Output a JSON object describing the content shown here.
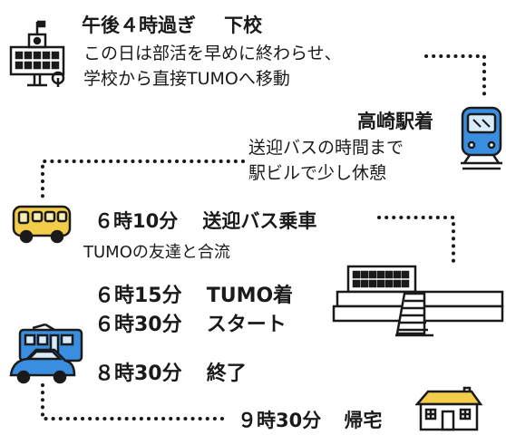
{
  "steps": {
    "school_time": "午後４時過ぎ",
    "school_event": "下校",
    "school_note_1": "この日は部活を早めに終わらせ、",
    "school_note_2": "学校から直接TUMOへ移動",
    "station_event": "高崎駅着",
    "station_note_1": "送迎バスの時間まで",
    "station_note_2": "駅ビルで少し休憩",
    "bus_time": "６時10分",
    "bus_event": "送迎バス乗車",
    "bus_note": "TUMOの友達と合流",
    "arrive_time": "６時15分",
    "arrive_event": "TUMO着",
    "start_time": "６時30分",
    "start_event": "スタート",
    "end_time": "８時30分",
    "end_event": "終了",
    "home_time": "９時30分",
    "home_event": "帰宅"
  },
  "colors": {
    "ink": "#1a1a1a",
    "icon_blue": "#3a8ee0",
    "icon_blue_light": "#d8ecfb",
    "icon_yellow": "#f3cd4a",
    "icon_yellow_light": "#fbeeb4"
  },
  "icons": [
    "school-icon",
    "train-icon",
    "bus-icon",
    "tumo-building-icon",
    "car-train-icon",
    "house-icon"
  ]
}
